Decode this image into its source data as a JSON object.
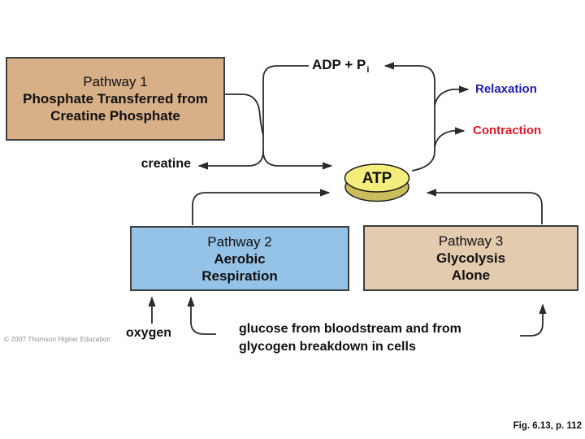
{
  "figure": {
    "nodes": {
      "adp": {
        "label": "ADP + P",
        "subscript": "i"
      },
      "atp": {
        "label": "ATP"
      },
      "creatine": {
        "label": "creatine"
      },
      "oxygen": {
        "label": "oxygen"
      },
      "relaxation": {
        "label": "Relaxation"
      },
      "contraction": {
        "label": "Contraction"
      },
      "glucose": {
        "line1": "glucose from bloodstream and from",
        "line2": "glycogen breakdown in cells"
      }
    },
    "boxes": {
      "pathway1": {
        "title": "Pathway 1",
        "line2": "Phosphate Transferred from",
        "line3": "Creatine Phosphate"
      },
      "pathway2": {
        "title": "Pathway 2",
        "line2": "Aerobic",
        "line3": "Respiration"
      },
      "pathway3": {
        "title": "Pathway 3",
        "line2": "Glycolysis",
        "line3": "Alone"
      }
    },
    "footer": {
      "copyright": "© 2007 Thomson Higher Education",
      "caption": "Fig. 6.13, p. 112"
    },
    "colors": {
      "pathway1_fill": "#d8b088",
      "pathway2_fill": "#95c3e8",
      "pathway3_fill": "#e3ccae",
      "atp_top_fill": "#f3ee7b",
      "atp_side_fill": "#c9bd5d",
      "atp_outline": "#1a1a1a",
      "relaxation_text": "#1f1fae",
      "contraction_text": "#d91a28",
      "line_color": "#2b2b2b"
    }
  }
}
